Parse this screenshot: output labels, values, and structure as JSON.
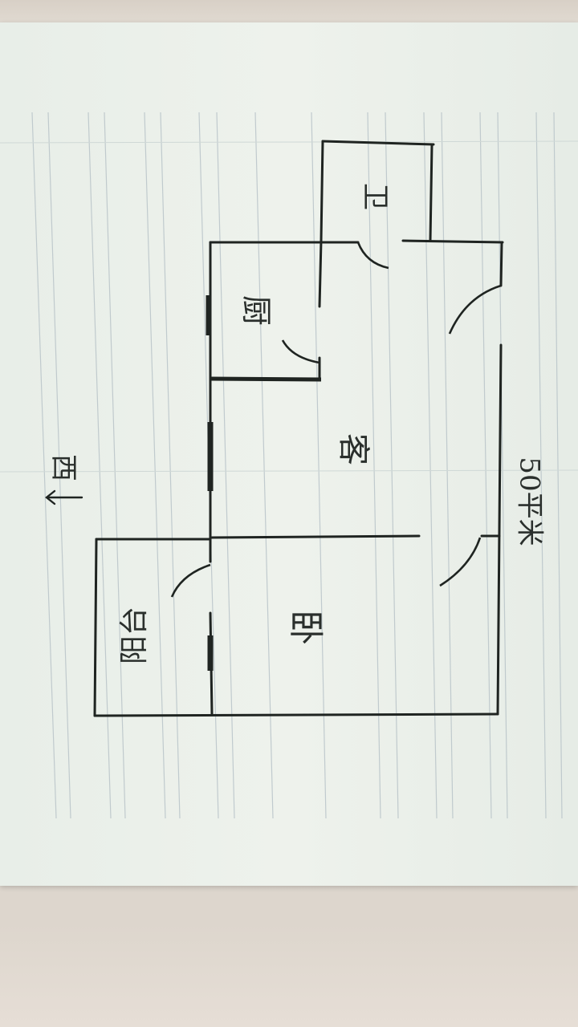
{
  "plan": {
    "rooms": {
      "storage": "卫",
      "kitchen": "厨",
      "living_room": "客",
      "bedroom": "卧",
      "balcony": "阳台"
    },
    "direction_label": "西",
    "area_label": "50平米"
  },
  "colors": {
    "paper": "#eef2ec",
    "ink": "#2a2f2c",
    "ruled_line": "#b9c4c9",
    "wall": "#1f2421"
  }
}
